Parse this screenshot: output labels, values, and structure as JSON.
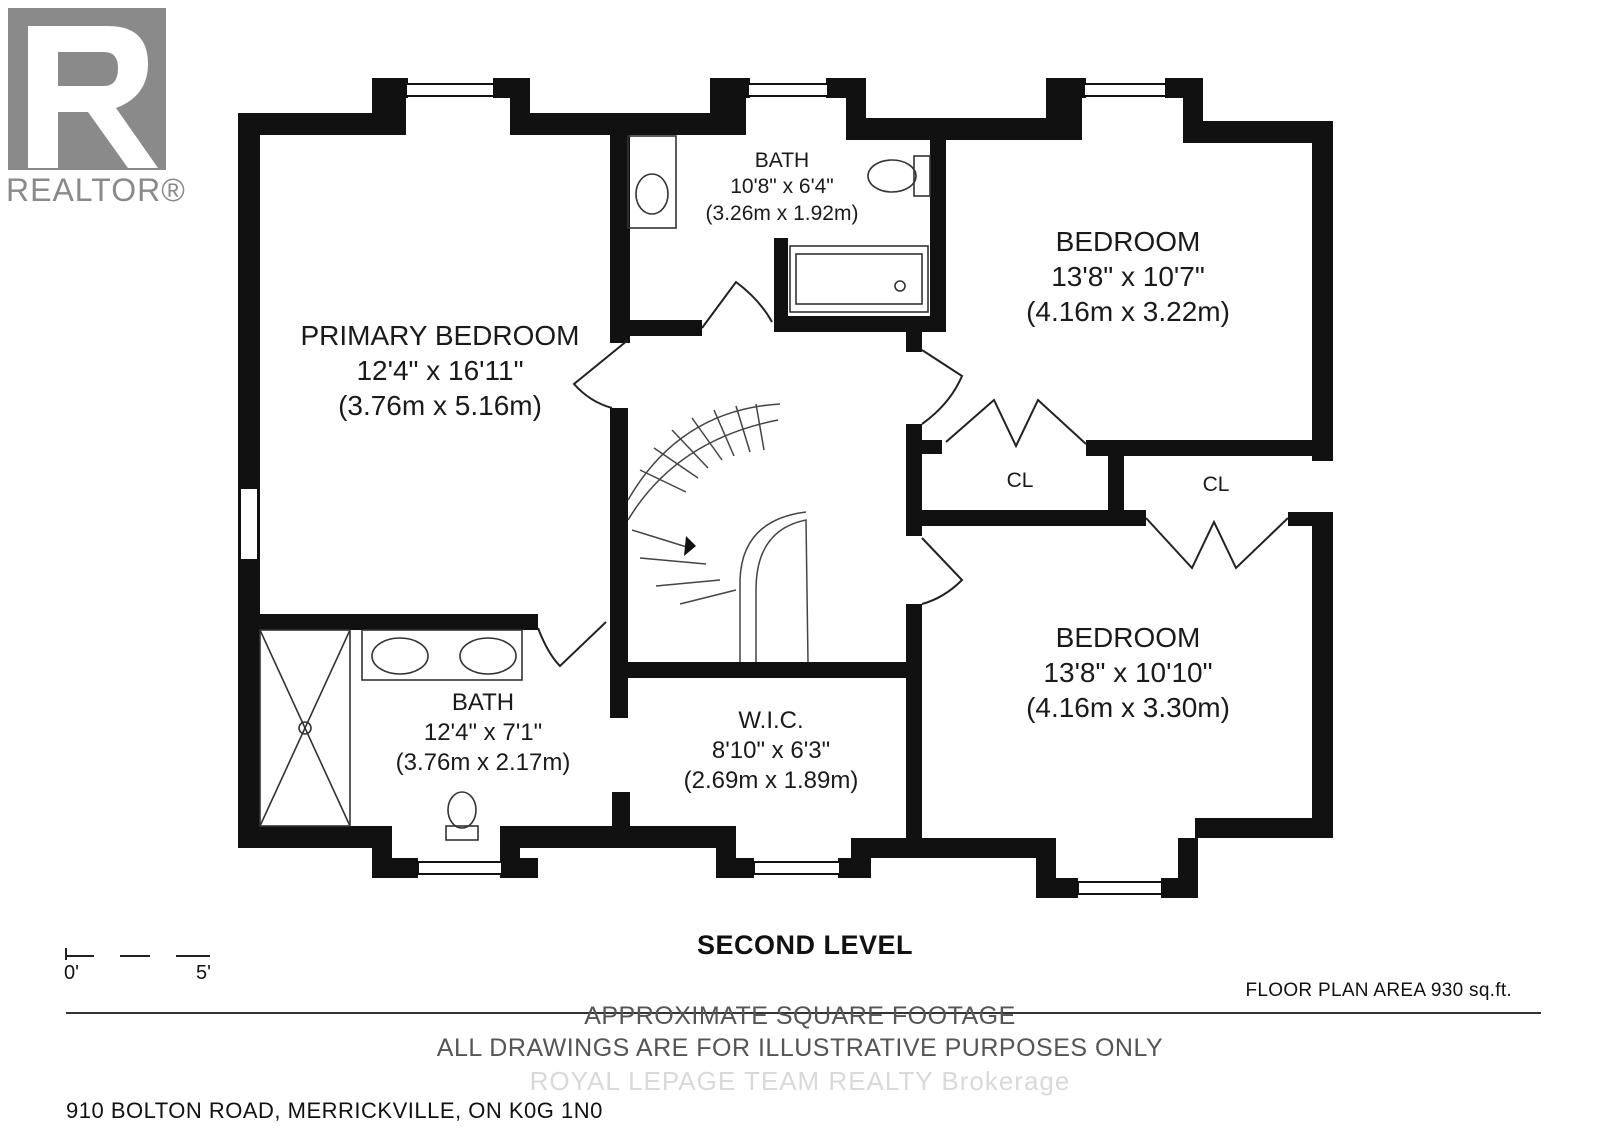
{
  "logo": {
    "text": "REALTOR®",
    "color": "#8a8a8a"
  },
  "rooms": {
    "primary": {
      "name": "PRIMARY BEDROOM",
      "imperial": "12'4\" x 16'11\"",
      "metric": "(3.76m x 5.16m)"
    },
    "bath_top": {
      "name": "BATH",
      "imperial": "10'8\" x 6'4\"",
      "metric": "(3.26m x 1.92m)"
    },
    "bedroom_top": {
      "name": "BEDROOM",
      "imperial": "13'8\" x 10'7\"",
      "metric": "(4.16m x 3.22m)"
    },
    "closet_left": {
      "name": "CL"
    },
    "closet_right": {
      "name": "CL"
    },
    "bedroom_bottom": {
      "name": "BEDROOM",
      "imperial": "13'8\" x 10'10\"",
      "metric": "(4.16m x 3.30m)"
    },
    "bath_bottom": {
      "name": "BATH",
      "imperial": "12'4\" x 7'1\"",
      "metric": "(3.76m x 2.17m)"
    },
    "wic": {
      "name": "W.I.C.",
      "imperial": "8'10\" x 6'3\"",
      "metric": "(2.69m x 1.89m)"
    }
  },
  "level_title": "SECOND LEVEL",
  "scale": {
    "start": "0'",
    "end": "5'"
  },
  "floor_area": "FLOOR PLAN AREA 930 sq.ft.",
  "disclaimer": {
    "line1": "APPROXIMATE SQUARE FOOTAGE",
    "line2": "ALL DRAWINGS ARE FOR ILLUSTRATIVE PURPOSES ONLY"
  },
  "watermark": "ROYAL LEPAGE TEAM REALTY Brokerage",
  "address": "910 BOLTON ROAD, MERRICKVILLE, ON K0G 1N0"
}
